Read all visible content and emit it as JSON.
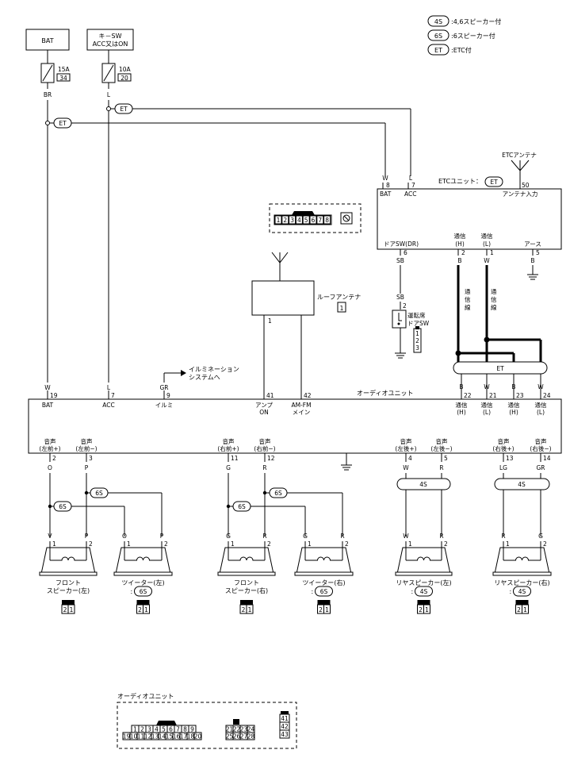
{
  "legend": {
    "items": [
      {
        "tag": "4S",
        "text": ":4,6スピーカー付"
      },
      {
        "tag": "6S",
        "text": ":6スピーカー付"
      },
      {
        "tag": "ET",
        "text": ":ETC付"
      }
    ]
  },
  "power": {
    "bat": "BAT",
    "key_sw_line1": "キ－SW",
    "key_sw_line2": "ACC又はON",
    "fuse1_amp": "15A",
    "fuse1_no": "34",
    "fuse2_amp": "10A",
    "fuse2_no": "20",
    "wire_br": "BR",
    "wire_l": "L"
  },
  "tags": {
    "et": "ET",
    "s6": "6S",
    "s4": "4S"
  },
  "etc_unit": {
    "label": "ETCユニット：",
    "antenna_label": "ETCアンテナ",
    "antenna_input": "アンテナ入力",
    "pin_50": "50",
    "pin_bat_wire": "W",
    "pin_bat_no": "8",
    "pin_bat": "BAT",
    "pin_acc_wire": "L",
    "pin_acc_no": "7",
    "pin_acc": "ACC",
    "door_sw": "ドアSW(DR)",
    "door_sw_pin": "6",
    "door_sw_wire": "SB",
    "comm_h": "通信",
    "comm_h2": "(H)",
    "comm_l": "通信",
    "comm_l2": "(L)",
    "comm_h_pin": "2",
    "comm_l_pin": "1",
    "comm_h_wire": "B",
    "comm_l_wire": "W",
    "earth": "アース",
    "earth_pin": "5",
    "earth_wire": "B",
    "comm_line": "通信線"
  },
  "door_switch": {
    "wire": "SB",
    "pin": "2",
    "label1": "運転席",
    "label2": "ドアSW",
    "conn1": "1",
    "conn2": "2",
    "conn3": "3"
  },
  "roof_antenna": {
    "label": "ルーフアンテナ",
    "pin": "1",
    "conn": "1"
  },
  "illumination": {
    "label1": "イルミネーション",
    "label2": "システムへ",
    "wire": "GR"
  },
  "audio_unit": {
    "title": "オーディオユニット",
    "pins_top": [
      {
        "wire": "W",
        "no": "19",
        "name": "BAT"
      },
      {
        "wire": "L",
        "no": "7",
        "name": "ACC"
      },
      {
        "wire": "GR",
        "no": "9",
        "name": "イルミ"
      },
      {
        "wire": "",
        "no": "41",
        "name": "アンプ",
        "name2": "ON"
      },
      {
        "wire": "",
        "no": "42",
        "name": "AM-FM",
        "name2": "メイン"
      },
      {
        "wire": "B",
        "no": "22",
        "name": "通信",
        "name2": "(H)"
      },
      {
        "wire": "W",
        "no": "21",
        "name": "通信",
        "name2": "(L)"
      },
      {
        "wire": "B",
        "no": "23",
        "name": "通信",
        "name2": "(H)"
      },
      {
        "wire": "W",
        "no": "24",
        "name": "通信",
        "name2": "(L)"
      }
    ],
    "pins_bottom": [
      {
        "name": "音声",
        "name2": "(左前+)",
        "no": "2",
        "wire": "O"
      },
      {
        "name": "音声",
        "name2": "(左前−)",
        "no": "3",
        "wire": "P"
      },
      {
        "name": "音声",
        "name2": "(右前+)",
        "no": "11",
        "wire": "G"
      },
      {
        "name": "音声",
        "name2": "(右前−)",
        "no": "12",
        "wire": "R"
      },
      {
        "name": "音声",
        "name2": "(左後+)",
        "no": "4",
        "wire": "W"
      },
      {
        "name": "音声",
        "name2": "(左後−)",
        "no": "5",
        "wire": "R"
      },
      {
        "name": "音声",
        "name2": "(右後+)",
        "no": "13",
        "wire": "LG"
      },
      {
        "name": "音声",
        "name2": "(右後−)",
        "no": "14",
        "wire": "GR"
      }
    ]
  },
  "speakers": [
    {
      "name1": "フロント",
      "name2": "スピーカー(左)",
      "tag": "",
      "w1": "V",
      "w2": "P",
      "p1": "1",
      "p2": "2"
    },
    {
      "name1": "ツイーター(左)",
      "name2": "",
      "tag": "6S",
      "w1": "O",
      "w2": "P",
      "p1": "1",
      "p2": "2"
    },
    {
      "name1": "フロント",
      "name2": "スピーカー(右)",
      "tag": "",
      "w1": "G",
      "w2": "R",
      "p1": "1",
      "p2": "2"
    },
    {
      "name1": "ツイーター(右)",
      "name2": "",
      "tag": "6S",
      "w1": "G",
      "w2": "R",
      "p1": "1",
      "p2": "2"
    },
    {
      "name1": "リヤスピーカー(左)",
      "name2": "",
      "tag": "4S",
      "w1": "W",
      "w2": "R",
      "p1": "1",
      "p2": "2"
    },
    {
      "name1": "リヤスピーカー(右)",
      "name2": "",
      "tag": "4S",
      "w1": "R",
      "w2": "G",
      "p1": "1",
      "p2": "2"
    }
  ],
  "speaker_connector": {
    "a": "2",
    "b": "1"
  },
  "top_connector": {
    "pins": [
      "1",
      "2",
      "3",
      "4",
      "5",
      "6",
      "7",
      "8"
    ]
  },
  "bottom_connector": {
    "title": "オーディオユニット",
    "row1": [
      "1",
      "2",
      "3",
      "4",
      "5",
      "6",
      "7",
      "8",
      "9"
    ],
    "row2": [
      "19",
      "10",
      "11",
      "12",
      "13",
      "14",
      "15",
      "16",
      "17",
      "18",
      "20"
    ],
    "row3": [
      "21",
      "22",
      "23",
      "24"
    ],
    "row4": [
      "25",
      "26",
      "27",
      "28"
    ],
    "col": [
      "41",
      "42",
      "43"
    ]
  }
}
